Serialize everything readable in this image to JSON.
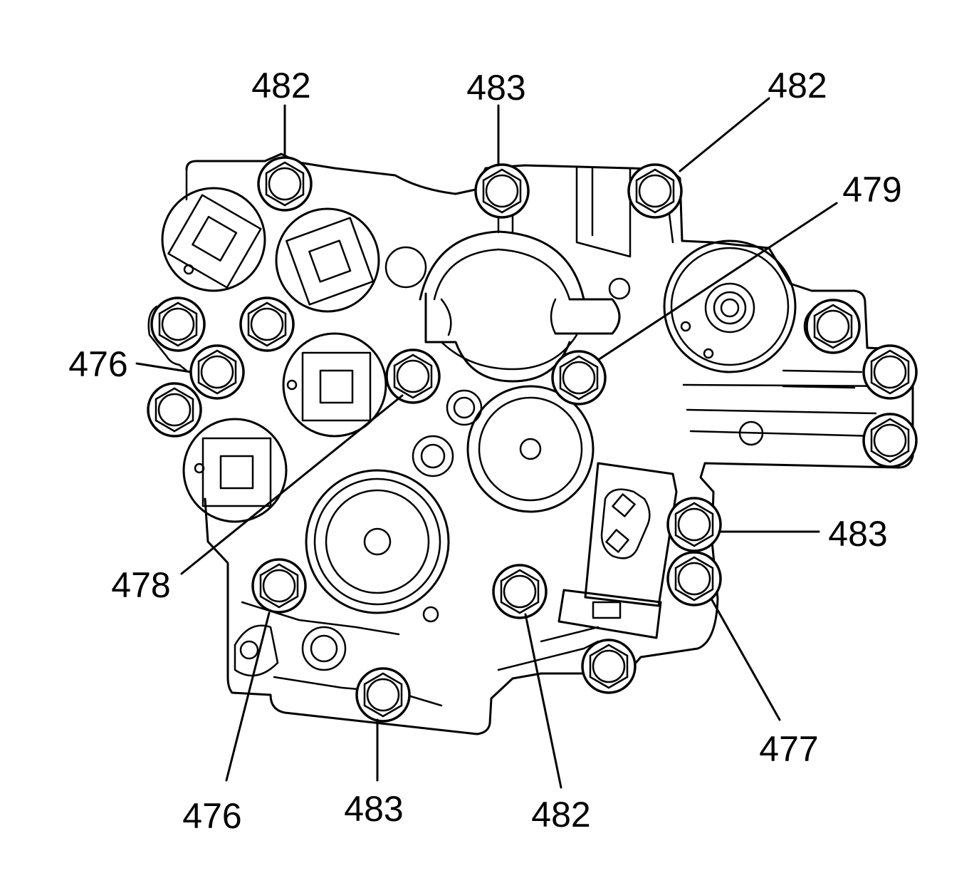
{
  "callouts": [
    {
      "id": "c1",
      "label": "482"
    },
    {
      "id": "c2",
      "label": "483"
    },
    {
      "id": "c3",
      "label": "482"
    },
    {
      "id": "c4",
      "label": "479"
    },
    {
      "id": "c5",
      "label": "476"
    },
    {
      "id": "c6",
      "label": "483"
    },
    {
      "id": "c7",
      "label": "478"
    },
    {
      "id": "c8",
      "label": "477"
    },
    {
      "id": "c9",
      "label": "476"
    },
    {
      "id": "c10",
      "label": "483"
    },
    {
      "id": "c11",
      "label": "482"
    }
  ]
}
